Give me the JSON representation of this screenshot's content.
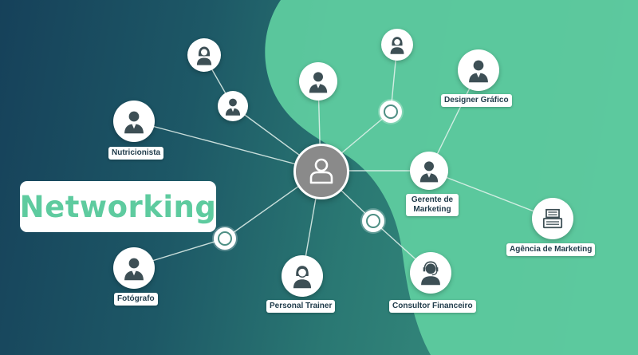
{
  "title": "Networking",
  "colors": {
    "background_dark": "#16415a",
    "background_green": "#5ecb9f",
    "title_text": "#5ecb9f",
    "hub": "#8a8a8a",
    "icon": "#3d4f55",
    "label_text": "#1f3b4a",
    "link": "#d6ece6"
  },
  "nodes": {
    "nutricionista": {
      "label": "Nutricionista",
      "icon": "man-suit-icon"
    },
    "fotografo": {
      "label": "Fotógrafo",
      "icon": "man-suit-icon"
    },
    "personal_trainer": {
      "label": "Personal Trainer",
      "icon": "woman-headset-icon"
    },
    "consultor_financeiro": {
      "label": "Consultor Financeiro",
      "icon": "man-headset-icon"
    },
    "designer_grafico": {
      "label": "Designer Gráfico",
      "icon": "man-suit-icon"
    },
    "gerente_de_marketing": {
      "label": "Gerente de Marketing",
      "icon": "man-suit-icon"
    },
    "agencia_de_marketing": {
      "label": "Agência de Marketing",
      "icon": "cash-register-icon"
    },
    "unlabeled_top_left": {
      "icon": "woman-icon"
    },
    "unlabeled_small_left": {
      "icon": "man-suit-icon"
    },
    "unlabeled_top_center": {
      "icon": "man-suit-icon"
    },
    "unlabeled_top_right": {
      "icon": "woman-icon"
    },
    "hub": {
      "icon": "user-outline-icon"
    }
  }
}
